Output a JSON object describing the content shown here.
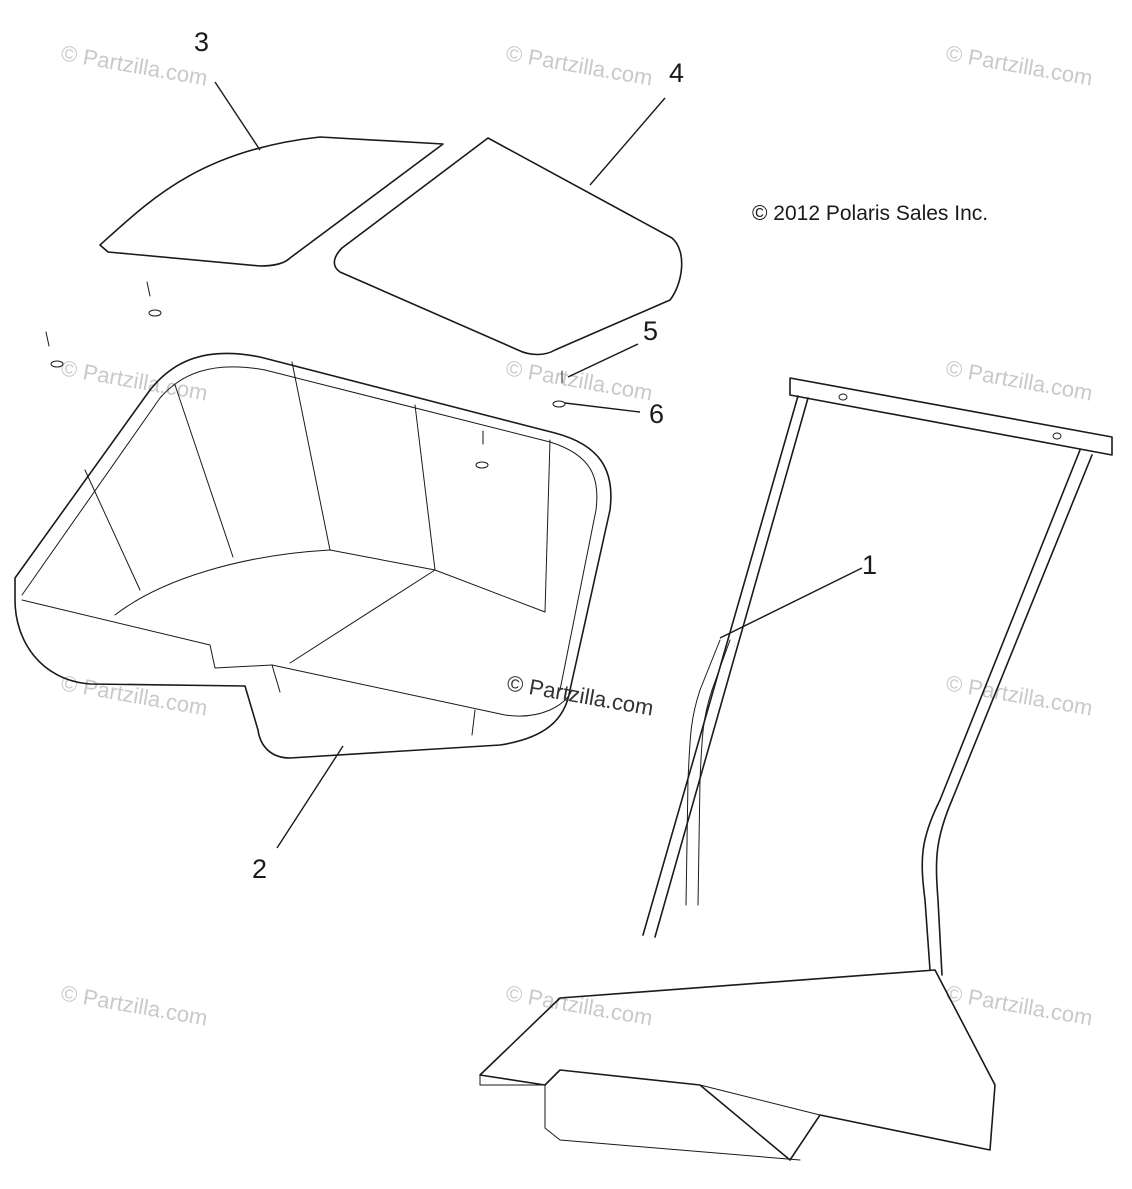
{
  "copyright": "© 2012 Polaris Sales Inc.",
  "watermark": "© Partzilla.com",
  "callouts": [
    {
      "id": "1",
      "label": "1"
    },
    {
      "id": "2",
      "label": "2"
    },
    {
      "id": "3",
      "label": "3"
    },
    {
      "id": "4",
      "label": "4"
    },
    {
      "id": "5",
      "label": "5"
    },
    {
      "id": "6",
      "label": "6"
    }
  ],
  "colors": {
    "line": "#1a1a1a",
    "watermark": "#c9c9c9",
    "background": "#ffffff"
  }
}
